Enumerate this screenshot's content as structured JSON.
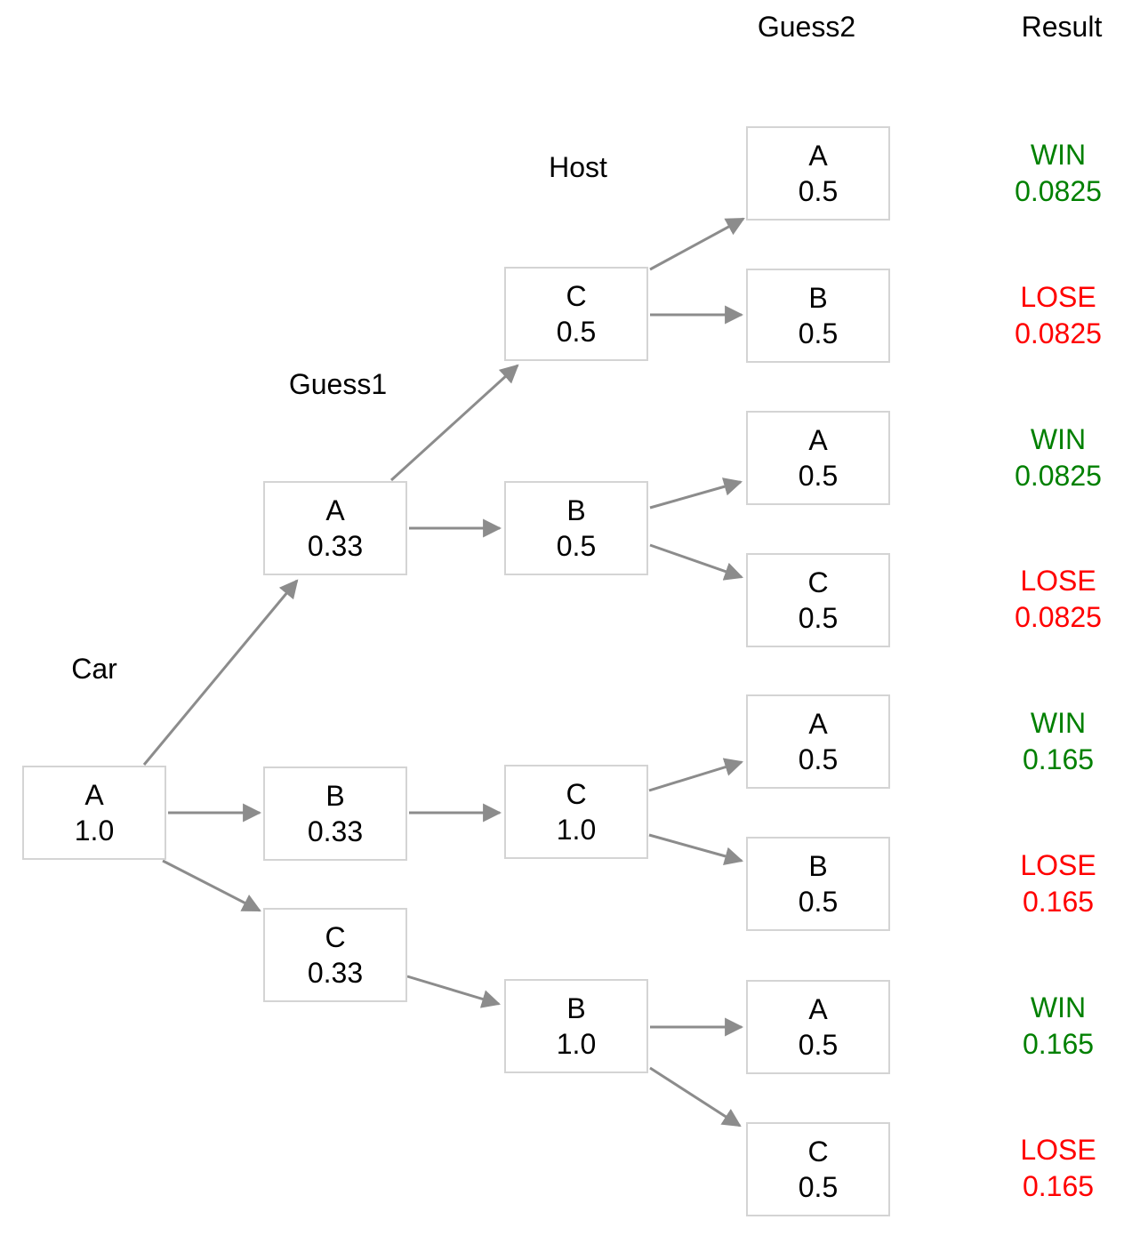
{
  "stages": {
    "car": "Car",
    "guess1": "Guess1",
    "host": "Host",
    "guess2": "Guess2",
    "result": "Result"
  },
  "nodes": {
    "car_a": {
      "label": "A",
      "prob": "1.0"
    },
    "guess1_a": {
      "label": "A",
      "prob": "0.33"
    },
    "guess1_b": {
      "label": "B",
      "prob": "0.33"
    },
    "guess1_c": {
      "label": "C",
      "prob": "0.33"
    },
    "host_a_c": {
      "label": "C",
      "prob": "0.5"
    },
    "host_a_b": {
      "label": "B",
      "prob": "0.5"
    },
    "host_b_c": {
      "label": "C",
      "prob": "1.0"
    },
    "host_c_b": {
      "label": "B",
      "prob": "1.0"
    },
    "guess2_1": {
      "label": "A",
      "prob": "0.5"
    },
    "guess2_2": {
      "label": "B",
      "prob": "0.5"
    },
    "guess2_3": {
      "label": "A",
      "prob": "0.5"
    },
    "guess2_4": {
      "label": "C",
      "prob": "0.5"
    },
    "guess2_5": {
      "label": "A",
      "prob": "0.5"
    },
    "guess2_6": {
      "label": "B",
      "prob": "0.5"
    },
    "guess2_7": {
      "label": "A",
      "prob": "0.5"
    },
    "guess2_8": {
      "label": "C",
      "prob": "0.5"
    }
  },
  "results": [
    {
      "outcome": "WIN",
      "prob": "0.0825"
    },
    {
      "outcome": "LOSE",
      "prob": "0.0825"
    },
    {
      "outcome": "WIN",
      "prob": "0.0825"
    },
    {
      "outcome": "LOSE",
      "prob": "0.0825"
    },
    {
      "outcome": "WIN",
      "prob": "0.165"
    },
    {
      "outcome": "LOSE",
      "prob": "0.165"
    },
    {
      "outcome": "WIN",
      "prob": "0.165"
    },
    {
      "outcome": "LOSE",
      "prob": "0.165"
    }
  ],
  "colors": {
    "win": "#008000",
    "lose": "#ff0000",
    "arrow": "#8c8c8c",
    "node_border": "#d4d4d4",
    "text": "#000000"
  }
}
